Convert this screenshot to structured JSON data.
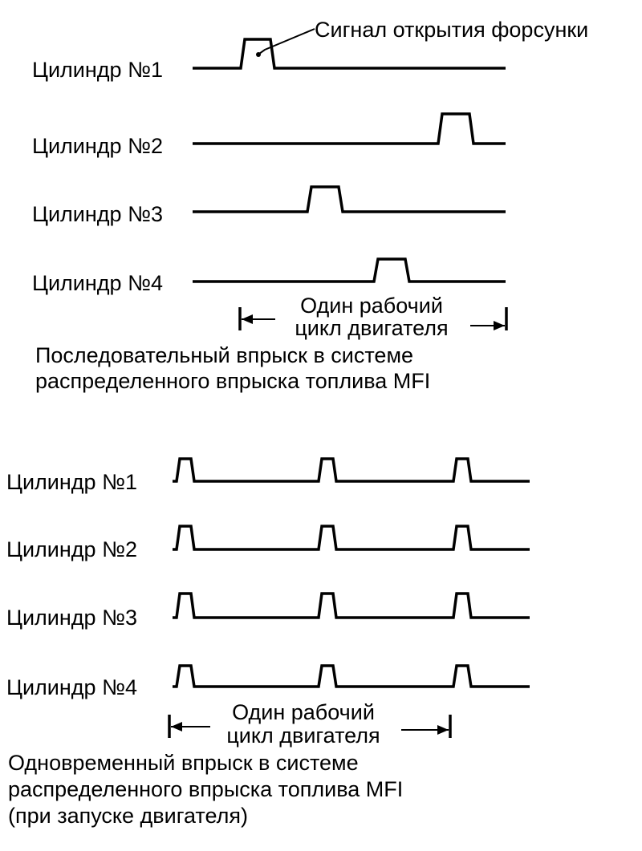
{
  "top": {
    "annotation": "Сигнал открытия форсунки",
    "rows": [
      "Цилиндр №1",
      "Цилиндр №2",
      "Цилиндр №3",
      "Цилиндр №4"
    ],
    "cycle_label": [
      "Один рабочий",
      "цикл двигателя"
    ],
    "caption": [
      "Последовательный впрыск в системе",
      "распределенного впрыска топлива MFI"
    ]
  },
  "bottom": {
    "rows": [
      "Цилиндр №1",
      "Цилиндр №2",
      "Цилиндр №3",
      "Цилиндр №4"
    ],
    "cycle_label": [
      "Один рабочий",
      "цикл двигателя"
    ],
    "caption": [
      "Одновременный впрыск в системе",
      "распределенного впрыска топлива MFI",
      "(при запуске двигателя)"
    ]
  },
  "colors": {
    "ink": "#000000",
    "background": "#ffffff"
  }
}
